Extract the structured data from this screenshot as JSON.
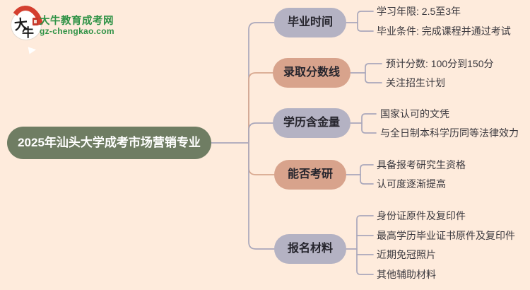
{
  "brand": {
    "logo_chars": [
      "大",
      "牛"
    ],
    "name": "大牛教育成考网",
    "url": "gz-chengkao.com"
  },
  "root": {
    "label": "2025年汕头大学成考市场营销专业"
  },
  "mindmap": {
    "branches": [
      {
        "label": "毕业时间",
        "color": "purple",
        "children": [
          "学习年限: 2.5至3年",
          "毕业条件: 完成课程并通过考试"
        ]
      },
      {
        "label": "录取分数线",
        "color": "salmon",
        "children": [
          "预计分数: 100分到150分",
          "关注招生计划"
        ]
      },
      {
        "label": "学历含金量",
        "color": "purple",
        "children": [
          "国家认可的文凭",
          "与全日制本科学历同等法律效力"
        ]
      },
      {
        "label": "能否考研",
        "color": "salmon",
        "children": [
          "具备报考研究生资格",
          "认可度逐渐提高"
        ]
      },
      {
        "label": "报名材料",
        "color": "purple",
        "children": [
          "身份证原件及复印件",
          "最高学历毕业证书原件及复印件",
          "近期免冠照片",
          "其他辅助材料"
        ]
      }
    ]
  },
  "colors": {
    "background": "#feebdc",
    "root_node": "#6f7d63",
    "branch_purple": "#b4b2c3",
    "branch_salmon": "#d8a38c",
    "line_purple": "#a9a7bb",
    "line_salmon": "#d8a88f",
    "brand_green": "#2e9245",
    "logo_red": "#d43f2f"
  }
}
